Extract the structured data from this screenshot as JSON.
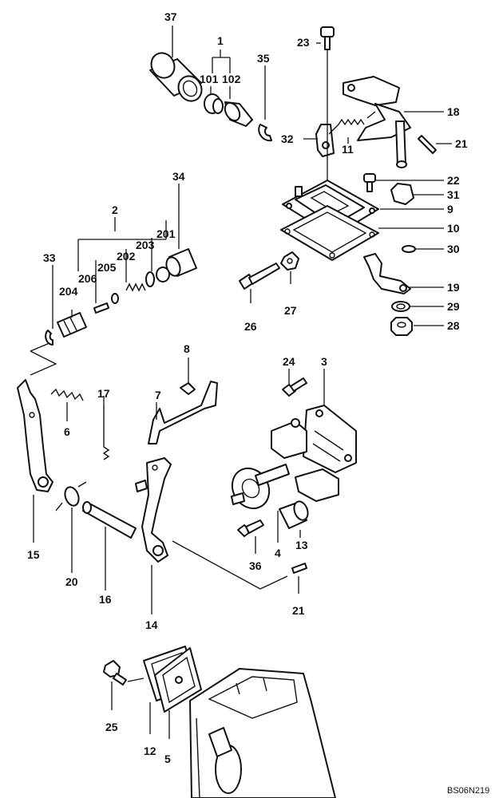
{
  "diagram": {
    "drawing_code": "BS06N219",
    "callouts": {
      "c37": "37",
      "c1": "1",
      "c101": "101",
      "c102": "102",
      "c35": "35",
      "c23": "23",
      "c18": "18",
      "c32": "32",
      "c11": "11",
      "c21a": "21",
      "c22": "22",
      "c31": "31",
      "c9": "9",
      "c10": "10",
      "c30": "30",
      "c34": "34",
      "c2": "2",
      "c201": "201",
      "c203": "203",
      "c202": "202",
      "c205": "205",
      "c206": "206",
      "c204": "204",
      "c33": "33",
      "c27": "27",
      "c26": "26",
      "c19": "19",
      "c29": "29",
      "c28": "28",
      "c8": "8",
      "c24": "24",
      "c3": "3",
      "c7": "7",
      "c17": "17",
      "c6": "6",
      "c15": "15",
      "c20": "20",
      "c16": "16",
      "c14": "14",
      "c4": "4",
      "c13": "13",
      "c36": "36",
      "c21b": "21",
      "c25": "25",
      "c12": "12",
      "c5": "5"
    }
  }
}
